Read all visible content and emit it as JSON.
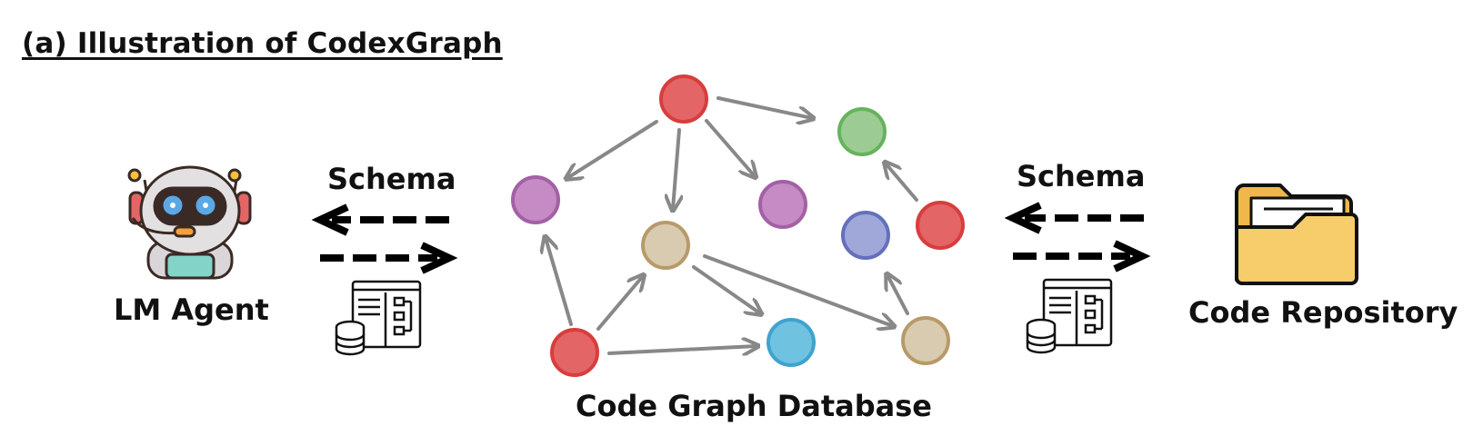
{
  "figure": {
    "title": "(a) Illustration of CodexGraph",
    "agent_label": "LM Agent",
    "repo_label": "Code Repository",
    "database_label": "Code Graph Database",
    "schema_left": "Schema",
    "schema_right": "Schema"
  },
  "icons": [
    "robot-agent-icon",
    "folder-icon",
    "database-schema-icon"
  ],
  "colors": {
    "red": "#e36565",
    "red_stroke": "#d93d3d",
    "purple": "#c68bc4",
    "purple_stroke": "#a360a4",
    "tan": "#d8cbb0",
    "tan_stroke": "#b89a6a",
    "green": "#9ccc94",
    "green_stroke": "#66b35e",
    "blue": "#9fa8d8",
    "blue_stroke": "#6470bd",
    "cyan": "#6fc2e0",
    "cyan_stroke": "#3fa3cd",
    "edge": "#888888",
    "folder": "#f7cc6b"
  }
}
